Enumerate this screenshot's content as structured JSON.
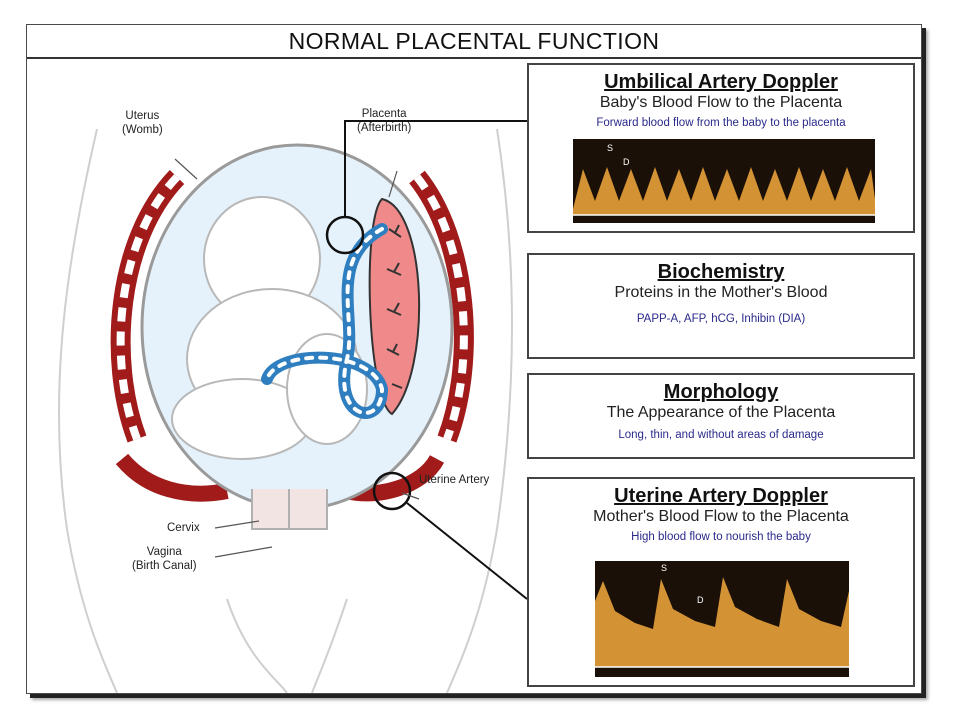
{
  "title": "NORMAL PLACENTAL FUNCTION",
  "labels": {
    "uterus": [
      "Uterus",
      "(Womb)"
    ],
    "placenta": [
      "Placenta",
      "(Afterbirth)"
    ],
    "cervix": "Cervix",
    "vagina": [
      "Vagina",
      "(Birth Canal)"
    ],
    "uterine_artery": "Uterine Artery"
  },
  "panels": {
    "umbilical": {
      "title": "Umbilical Artery Doppler",
      "subtitle": "Baby's Blood Flow to the Placenta",
      "note": "Forward blood flow from the baby to the placenta",
      "marker_s": "S",
      "marker_d": "D"
    },
    "biochemistry": {
      "title": "Biochemistry",
      "subtitle": "Proteins in the Mother's Blood",
      "note": "PAPP-A, AFP, hCG, Inhibin (DIA)"
    },
    "morphology": {
      "title": "Morphology",
      "subtitle": "The Appearance of the Placenta",
      "note": "Long, thin, and without areas of damage"
    },
    "uterine": {
      "title": "Uterine Artery Doppler",
      "subtitle": "Mother's Blood Flow to the Placenta",
      "note": "High blood flow to nourish the baby",
      "marker_s": "S",
      "marker_d": "D"
    }
  },
  "colors": {
    "uterine_wall": "#a11b1b",
    "placenta": "#f08a8a",
    "cord_blue": "#2f7fc0",
    "amniotic": "#e6f2fb",
    "doppler_bg": "#1a1008",
    "doppler_signal": "#e8a23a",
    "note_text": "#2a2a8a"
  }
}
